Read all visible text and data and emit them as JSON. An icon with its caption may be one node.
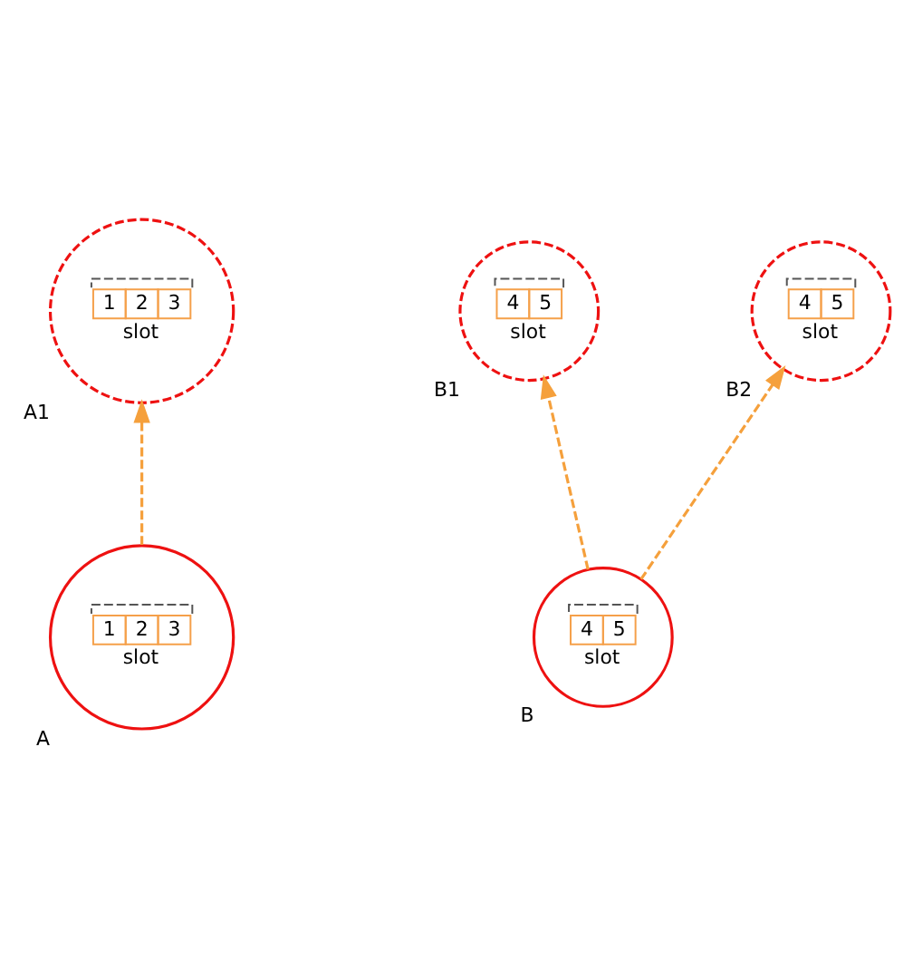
{
  "diagram": {
    "nodes": [
      {
        "text": [
          "1",
          "2",
          "3",
          "slot"
        ],
        "beside": [
          "A1"
        ]
      },
      {
        "text": [
          "4",
          "5",
          "slot"
        ],
        "beside": [
          "B1"
        ]
      },
      {
        "text": [
          "4",
          "5",
          "slot"
        ],
        "beside": [
          "B2"
        ]
      },
      {
        "text": [
          "1",
          "2",
          "3",
          "slot"
        ],
        "beside": [
          "A"
        ]
      },
      {
        "text": [
          "4",
          "5",
          "slot"
        ],
        "beside": [
          "B"
        ]
      }
    ],
    "edges": [
      {
        "from": 3,
        "to": 0,
        "arrow": "to",
        "style": "dashed"
      },
      {
        "from": 4,
        "to": 1,
        "arrow": "to",
        "style": "dashed"
      },
      {
        "from": 4,
        "to": 2,
        "arrow": "to",
        "style": "dashed"
      }
    ]
  }
}
